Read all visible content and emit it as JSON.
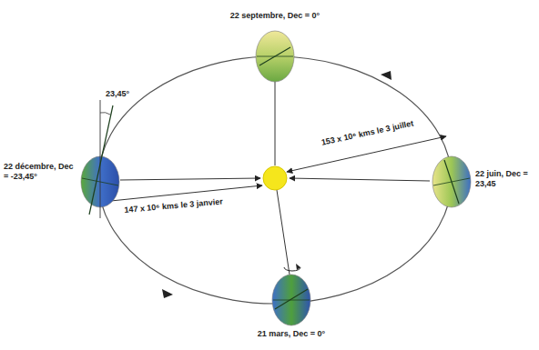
{
  "diagram": {
    "labels": [
      "22 septembre, Dec = 0°",
      "23,45°",
      "22 décembre, Dec = -23,45°",
      "147 x 10⁶ kms le 3 janvier",
      "153 x 10⁶ kms le 3 juillet",
      "22 juin, Dec = 23,45",
      "21 mars, Dec = 0°"
    ]
  }
}
